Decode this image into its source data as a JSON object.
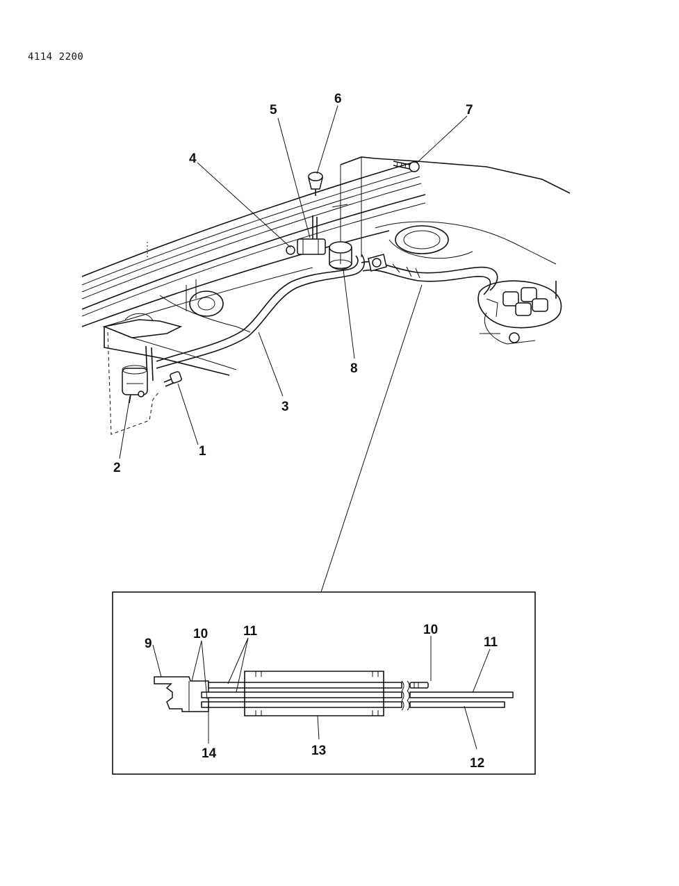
{
  "document": {
    "page_code": "4114 2200"
  },
  "callouts": {
    "c1": "1",
    "c2": "2",
    "c3": "3",
    "c4": "4",
    "c5": "5",
    "c6": "6",
    "c7": "7",
    "c8": "8",
    "c9": "9",
    "c10a": "10",
    "c10b": "10",
    "c11a": "11",
    "c11b": "11",
    "c12": "12",
    "c13": "13",
    "c14": "14"
  }
}
